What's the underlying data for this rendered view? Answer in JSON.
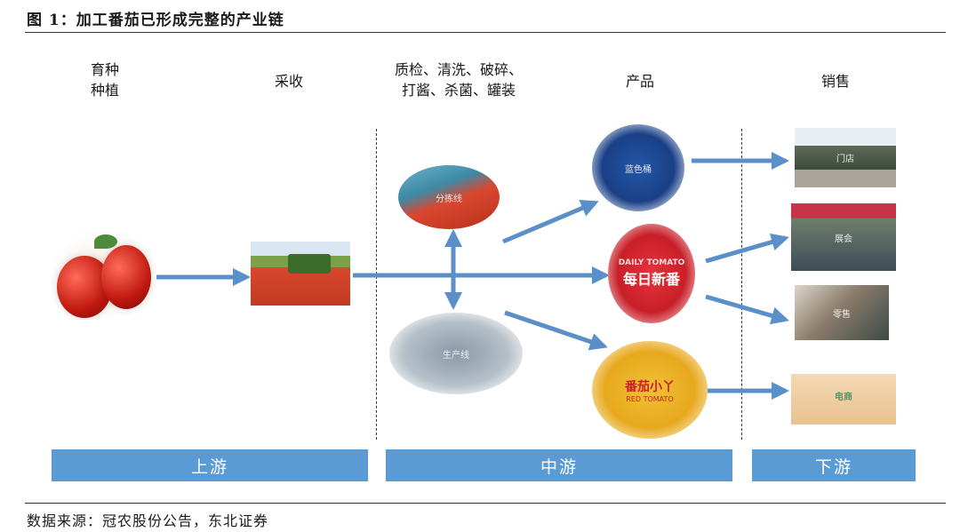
{
  "figure": {
    "title": "图 1：加工番茄已形成完整的产业链",
    "source": "数据来源：冠农股份公告，东北证券"
  },
  "stages": {
    "breeding": "育种\n种植",
    "harvest": "采收",
    "processing": "质检、清洗、破碎、\n打酱、杀菌、罐装",
    "product": "产品",
    "sales": "销售"
  },
  "segments": {
    "upstream": "上游",
    "midstream": "中游",
    "downstream": "下游"
  },
  "images": {
    "tomatoes": "番茄",
    "harvester": "采收机",
    "sorting_line": "分拣线",
    "factory_line": "生产线",
    "barrels": "蓝色桶",
    "tomato_can": "每日新番",
    "tomato_can_text": "DAILY TOMATO",
    "snack_bags": "番茄小丫",
    "snack_bags_text": "RED TOMATO",
    "storefront": "门店",
    "expo": "展会",
    "retail": "零售",
    "online": "电商"
  },
  "colors": {
    "band": "#5b9bd5",
    "arrow": "#5b8fc9",
    "divider": "#2e3b4e"
  }
}
